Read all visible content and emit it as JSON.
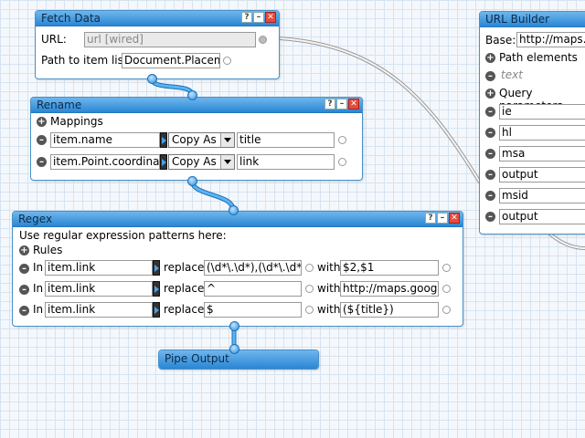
{
  "fetch": {
    "title": "Fetch Data",
    "url_label": "URL:",
    "url_value": "url [wired]",
    "path_label": "Path to item list:",
    "path_value": "Document.Placema"
  },
  "rename": {
    "title": "Rename",
    "mappings_label": "Mappings",
    "rows": [
      {
        "field": "item.name",
        "op": "Copy As",
        "target": "title"
      },
      {
        "field": "item.Point.coordinate",
        "op": "Copy As",
        "target": "link"
      }
    ]
  },
  "regex": {
    "title": "Regex",
    "intro": "Use regular expression patterns here:",
    "rules_label": "Rules",
    "in_label": "In",
    "replace_label": "replace",
    "with_label": "with",
    "rules": [
      {
        "field": "item.link",
        "pattern": "(\\d*\\.\\d*),(\\d*\\.\\d*),(\\d",
        "with": "$2,$1"
      },
      {
        "field": "item.link",
        "pattern": "^",
        "with": "http://maps.google."
      },
      {
        "field": "item.link",
        "pattern": "$",
        "with": "(${title})"
      }
    ]
  },
  "output": {
    "title": "Pipe Output"
  },
  "urlbuilder": {
    "title": "URL Builder",
    "base_label": "Base:",
    "base_value": "http://maps.go",
    "path_elements_label": "Path elements",
    "path_placeholder": "text",
    "query_label": "Query parameters",
    "params": [
      "ie",
      "hl",
      "msa",
      "output",
      "msid",
      "output"
    ]
  },
  "header_buttons": {
    "help": "?",
    "min": "–",
    "close": "✕"
  },
  "colors": {
    "header_top": "#6fb6ec",
    "header_bottom": "#2a86d4",
    "wire": "#3a9ae6",
    "grid": "#d6e3f0"
  }
}
